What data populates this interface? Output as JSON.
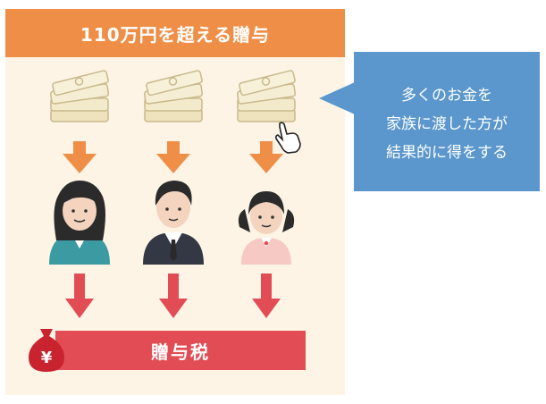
{
  "header": {
    "title": "110万円を超える贈与"
  },
  "callout": {
    "lines": [
      "多くのお金を",
      "家族に渡した方が",
      "結果的に得をする"
    ]
  },
  "recipients": [
    {
      "icon": "woman-icon"
    },
    {
      "icon": "man-icon"
    },
    {
      "icon": "girl-icon"
    }
  ],
  "tax": {
    "label": "贈与税",
    "symbol": "¥",
    "icon": "yen-money-bag-icon"
  },
  "colors": {
    "header": "#ef8f47",
    "panel": "#fdf4e6",
    "arrow_orange": "#ef8f47",
    "arrow_red": "#e24d55",
    "tax_bar": "#e24d55",
    "callout": "#5b97cc",
    "money": "#f1e8c8"
  }
}
